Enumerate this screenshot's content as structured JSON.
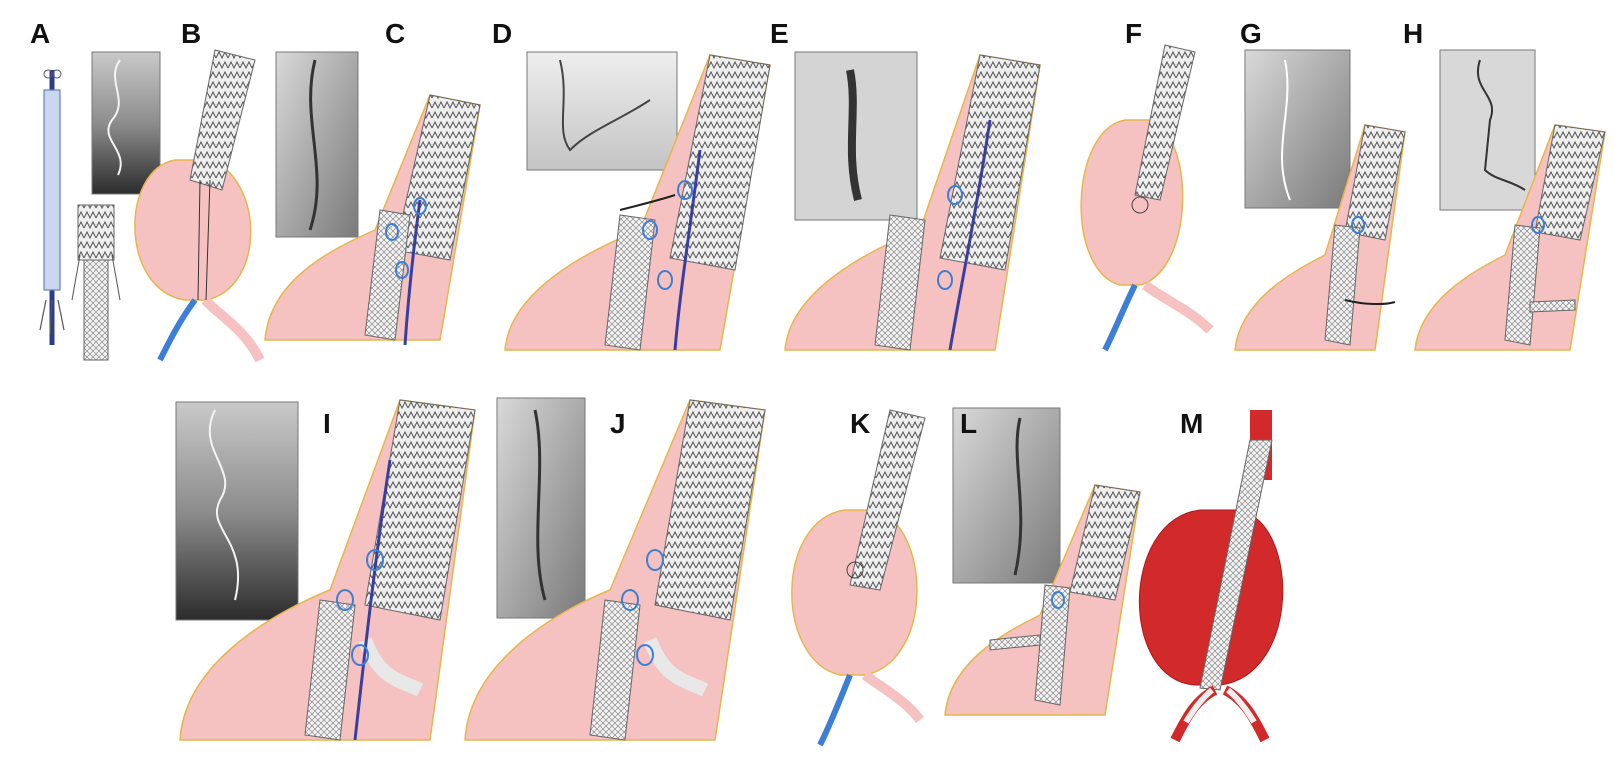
{
  "figure": {
    "panels": [
      {
        "id": "A",
        "label": "A"
      },
      {
        "id": "B",
        "label": "B"
      },
      {
        "id": "C",
        "label": "C"
      },
      {
        "id": "D",
        "label": "D"
      },
      {
        "id": "E",
        "label": "E"
      },
      {
        "id": "F",
        "label": "F"
      },
      {
        "id": "G",
        "label": "G"
      },
      {
        "id": "H",
        "label": "H"
      },
      {
        "id": "I",
        "label": "I"
      },
      {
        "id": "J",
        "label": "J"
      },
      {
        "id": "K",
        "label": "K"
      },
      {
        "id": "L",
        "label": "L"
      },
      {
        "id": "M",
        "label": "M"
      }
    ]
  },
  "colors": {
    "aorta_fill": "#f6c1c1",
    "aorta_outline": "#e7b64a",
    "aneurysm_red": "#d22a2a",
    "guidewire_blue": "#3a3f9e",
    "ring_blue": "#3d7fd6",
    "stent_metal": "#e8e8e8",
    "xray_dark": "#3a3a3a"
  }
}
